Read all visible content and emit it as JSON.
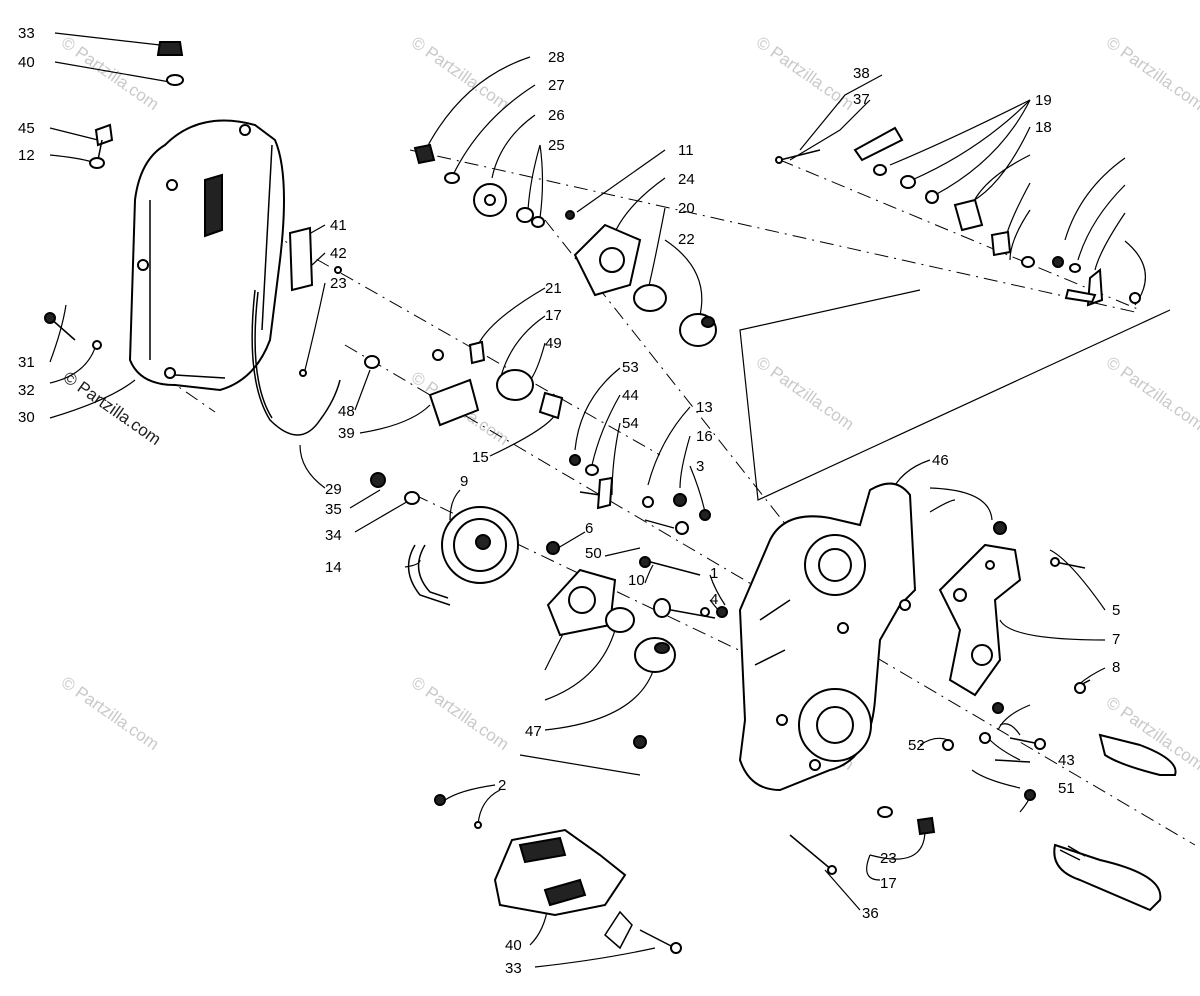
{
  "diagram": {
    "watermark": "© Partzilla.com",
    "callouts": [
      "33",
      "40",
      "45",
      "12",
      "31",
      "32",
      "30",
      "41",
      "42",
      "23",
      "29",
      "35",
      "34",
      "28",
      "27",
      "26",
      "25",
      "11",
      "24",
      "20",
      "22",
      "21",
      "17",
      "49",
      "48",
      "39",
      "15",
      "53",
      "44",
      "54",
      "13",
      "16",
      "3",
      "9",
      "14",
      "6",
      "50",
      "10",
      "1",
      "4",
      "47",
      "46",
      "5",
      "7",
      "8",
      "43",
      "51",
      "52",
      "2",
      "40",
      "33",
      "36",
      "23",
      "17",
      "38",
      "37",
      "19",
      "18"
    ]
  }
}
